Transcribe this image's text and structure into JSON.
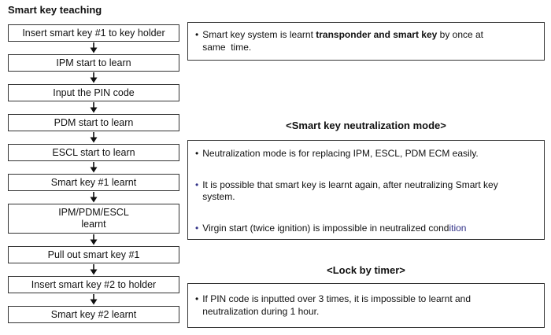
{
  "title": "Smart key teaching",
  "ui": {
    "bullet": "•"
  },
  "flow": {
    "steps": [
      "Insert smart key #1 to key holder",
      "IPM start to learn",
      "Input the PIN code",
      "PDM start to learn",
      "ESCL start to learn",
      "Smart key #1 learnt",
      "IPM/PDM/ESCL\nlearnt",
      "Pull out smart key #1",
      "Insert smart key #2 to holder",
      "Smart key #2 learnt"
    ]
  },
  "notes": {
    "smart_key": {
      "prefix": "Smart key system is learnt ",
      "bold": "transponder and smart key",
      "suffix": " by once at same  time."
    },
    "neutralization": {
      "heading": "<Smart key neutralization mode>",
      "items": [
        {
          "text": "Neutralization mode is for replacing IPM, ESCL, PDM ECM easily."
        },
        {
          "text": "It is possible that smart key is learnt again, after neutralizing Smart key system."
        },
        {
          "text": "Virgin start (twice ignition) is impossible in neutralized cond",
          "text_accent": "ition"
        }
      ]
    },
    "lock_by_timer": {
      "heading": "<Lock by timer>",
      "text": "If PIN code is inputted over 3 times, it is impossible to learnt and neutralization during 1 hour."
    }
  },
  "colors": {
    "bg": "#ffffff",
    "text": "#111111",
    "border": "#333333",
    "accent_blue": "#333388"
  }
}
